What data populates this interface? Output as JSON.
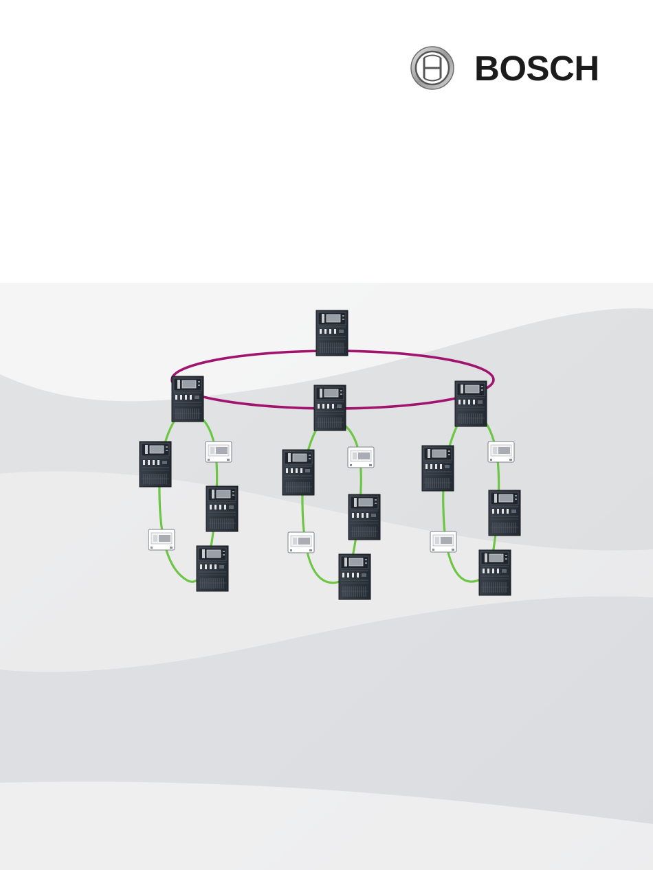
{
  "brand": {
    "name": "BOSCH",
    "emblem_icon": "bosch-armature-icon",
    "text_color": "#1b1b1b"
  },
  "diagram": {
    "icons": {
      "panel": "fire-panel-icon",
      "keypad": "remote-keypad-icon"
    },
    "colors": {
      "backbone_ring": "#a0146e",
      "sub_ring": "#6cc644",
      "panel_body": "#2b313b",
      "keypad_body": "#ffffff",
      "background_light": "#f2f2f2",
      "background_dark": "#d3d4d6"
    },
    "backbone": {
      "node_count": 4
    },
    "subnets": [
      {
        "panels": 3,
        "keypads": 2
      },
      {
        "panels": 3,
        "keypads": 2
      },
      {
        "panels": 3,
        "keypads": 2
      }
    ]
  }
}
